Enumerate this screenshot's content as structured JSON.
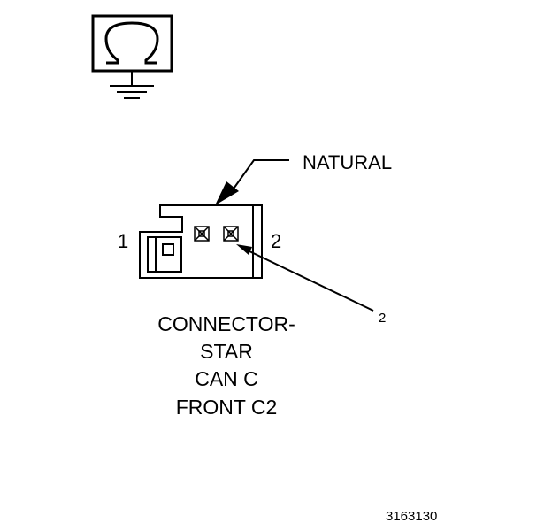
{
  "color_label": "NATURAL",
  "pin_left": "1",
  "pin_right": "2",
  "callout": "2",
  "connector_name": [
    "CONNECTOR-",
    "STAR",
    "CAN C",
    "FRONT C2"
  ],
  "figure_id": "3163130",
  "icons": {
    "ground_symbol": "omega-ground-icon"
  },
  "colors": {
    "ink": "#000000",
    "background": "#ffffff"
  }
}
